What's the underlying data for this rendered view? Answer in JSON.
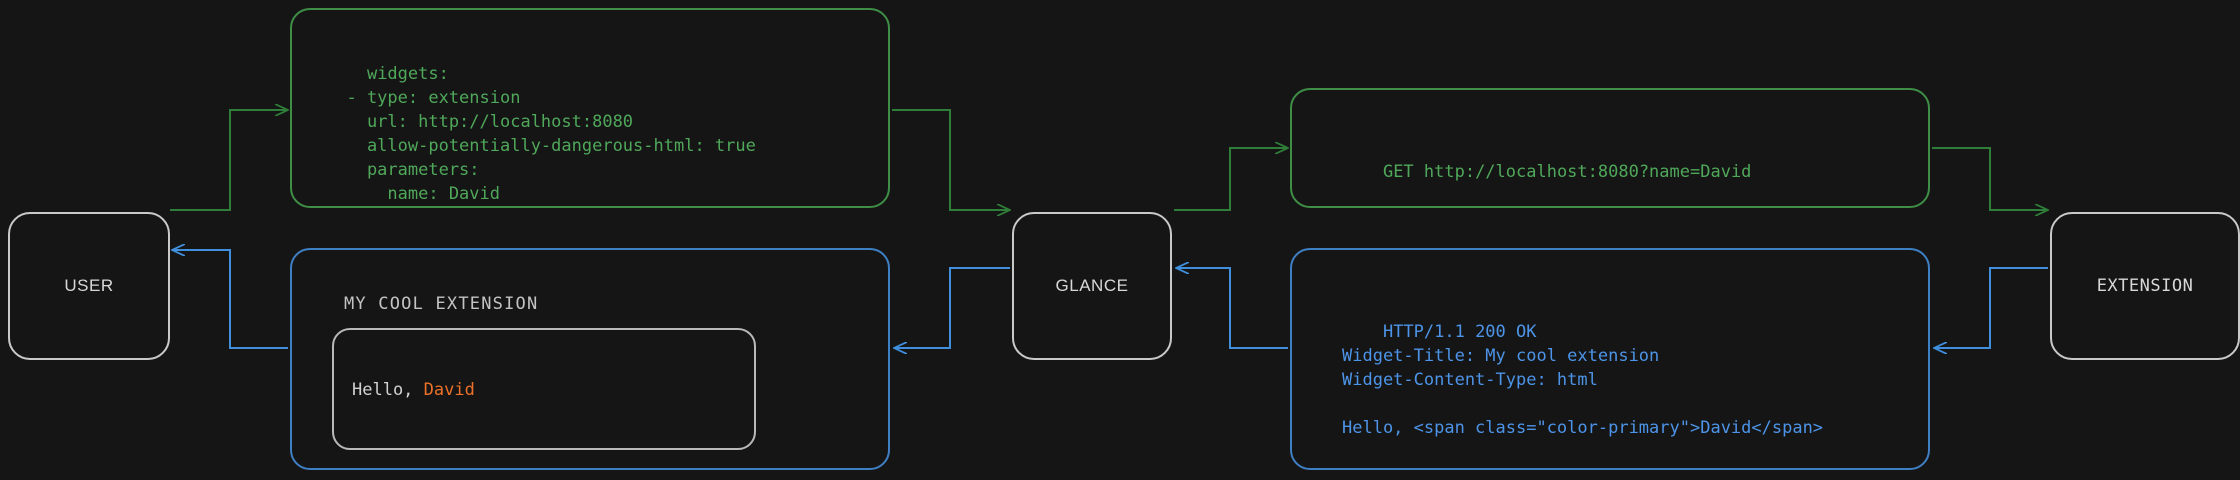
{
  "theme": {
    "background": "#151515",
    "node_border": "#c9c9c9",
    "green_border": "#3f8e46",
    "green_text": "#4fa85a",
    "blue_border": "#3f7fc4",
    "blue_text": "#4d94e8",
    "primary_accent": "#ed7128",
    "card_border": "#b9b9b9",
    "label_text": "#d8d8d8"
  },
  "nodes": {
    "user": {
      "label": "USER"
    },
    "glance": {
      "label": "GLANCE"
    },
    "extension": {
      "label": "EXTENSION"
    }
  },
  "boxes": {
    "yaml_config": {
      "kind": "green",
      "lines": [
        "widgets:",
        "  - type: extension",
        "    url: http://localhost:8080",
        "    allow-potentially-dangerous-html: true",
        "    parameters:",
        "      name: David"
      ],
      "text": "widgets:\n  - type: extension\n    url: http://localhost:8080\n    allow-potentially-dangerous-html: true\n    parameters:\n      name: David"
    },
    "http_request": {
      "kind": "green",
      "text": "GET http://localhost:8080?name=David"
    },
    "http_response": {
      "kind": "blue",
      "lines": [
        "HTTP/1.1 200 OK",
        "Widget-Title: My cool extension",
        "Widget-Content-Type: html",
        "",
        "Hello, <span class=\"color-primary\">David</span>"
      ],
      "text": "HTTP/1.1 200 OK\nWidget-Title: My cool extension\nWidget-Content-Type: html\n\nHello, <span class=\"color-primary\">David</span>"
    },
    "rendered_widget": {
      "kind": "blue",
      "title": "MY COOL EXTENSION",
      "card_text_prefix": "Hello, ",
      "card_text_accent": "David"
    }
  },
  "connectors": [
    {
      "name": "user-to-yaml",
      "color": "green",
      "from": "user",
      "to": "yaml_config"
    },
    {
      "name": "yaml-to-glance",
      "color": "green",
      "from": "yaml_config",
      "to": "glance"
    },
    {
      "name": "glance-to-request",
      "color": "green",
      "from": "glance",
      "to": "http_request"
    },
    {
      "name": "request-to-extension",
      "color": "green",
      "from": "http_request",
      "to": "extension"
    },
    {
      "name": "extension-to-response",
      "color": "blue",
      "from": "extension",
      "to": "http_response"
    },
    {
      "name": "response-to-glance",
      "color": "blue",
      "from": "http_response",
      "to": "glance"
    },
    {
      "name": "glance-to-widget",
      "color": "blue",
      "from": "glance",
      "to": "rendered_widget"
    },
    {
      "name": "widget-to-user",
      "color": "blue",
      "from": "rendered_widget",
      "to": "user"
    }
  ]
}
